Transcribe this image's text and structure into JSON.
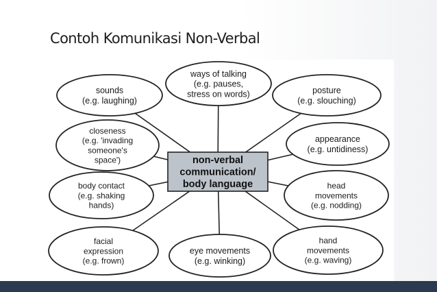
{
  "slide": {
    "title": "Contoh Komunikasi Non-Verbal"
  },
  "diagram": {
    "center": [
      "non-verbal",
      "communication/",
      "body language"
    ],
    "nodes": [
      {
        "id": "ways-of-talking",
        "lines": [
          "ways of talking",
          "(e.g. pauses,",
          "stress on words)"
        ]
      },
      {
        "id": "sounds",
        "lines": [
          "sounds",
          "(e.g. laughing)"
        ]
      },
      {
        "id": "posture",
        "lines": [
          "posture",
          "(e.g. slouching)"
        ]
      },
      {
        "id": "closeness",
        "lines": [
          "closeness",
          "(e.g. 'invading",
          "someone's",
          "space')"
        ]
      },
      {
        "id": "appearance",
        "lines": [
          "appearance",
          "(e.g. untidiness)"
        ]
      },
      {
        "id": "body-contact",
        "lines": [
          "body contact",
          "(e.g. shaking",
          "hands)"
        ]
      },
      {
        "id": "head-movements",
        "lines": [
          "head",
          "movements",
          "(e.g. nodding)"
        ]
      },
      {
        "id": "facial-expression",
        "lines": [
          "facial",
          "expression",
          "(e.g. frown)"
        ]
      },
      {
        "id": "eye-movements",
        "lines": [
          "eye movements",
          "(e.g. winking)"
        ]
      },
      {
        "id": "hand-movements",
        "lines": [
          "hand",
          "movements",
          "(e.g. waving)"
        ]
      }
    ]
  },
  "colors": {
    "center_fill": "#bcc3cb",
    "stroke": "#222222",
    "bottom_bar": "#2b3a4f"
  }
}
